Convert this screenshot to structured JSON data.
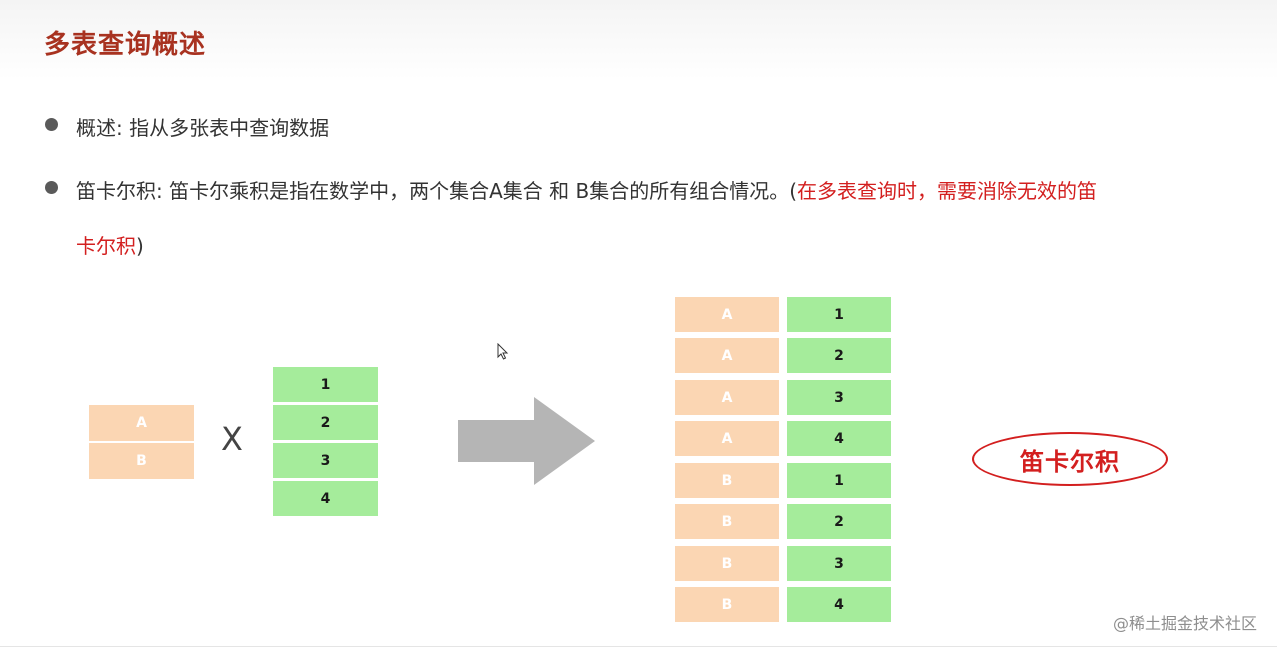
{
  "title": "多表查询概述",
  "bullets": {
    "overview": "概述: 指从多张表中查询数据",
    "cartesian_prefix": "笛卡尔积: 笛卡尔乘积是指在数学中，两个集合A集合 和 B集合的所有组合情况。(",
    "cartesian_red_1": "在多表查询时，需要消除无效的笛",
    "cartesian_red_2": "卡尔积",
    "cartesian_suffix": ")"
  },
  "diagram": {
    "set_a": [
      "A",
      "B"
    ],
    "times": "X",
    "set_b": [
      "1",
      "2",
      "3",
      "4"
    ],
    "result_left": [
      "A",
      "A",
      "A",
      "A",
      "B",
      "B",
      "B",
      "B"
    ],
    "result_right": [
      "1",
      "2",
      "3",
      "4",
      "1",
      "2",
      "3",
      "4"
    ],
    "oval_label": "笛卡尔积"
  },
  "colors": {
    "title": "#a83220",
    "highlight": "#d31f1f",
    "peach": "#fbd6b3",
    "green": "#a5ec9b",
    "arrow": "#b5b5b5"
  },
  "watermark": "@稀土掘金技术社区"
}
